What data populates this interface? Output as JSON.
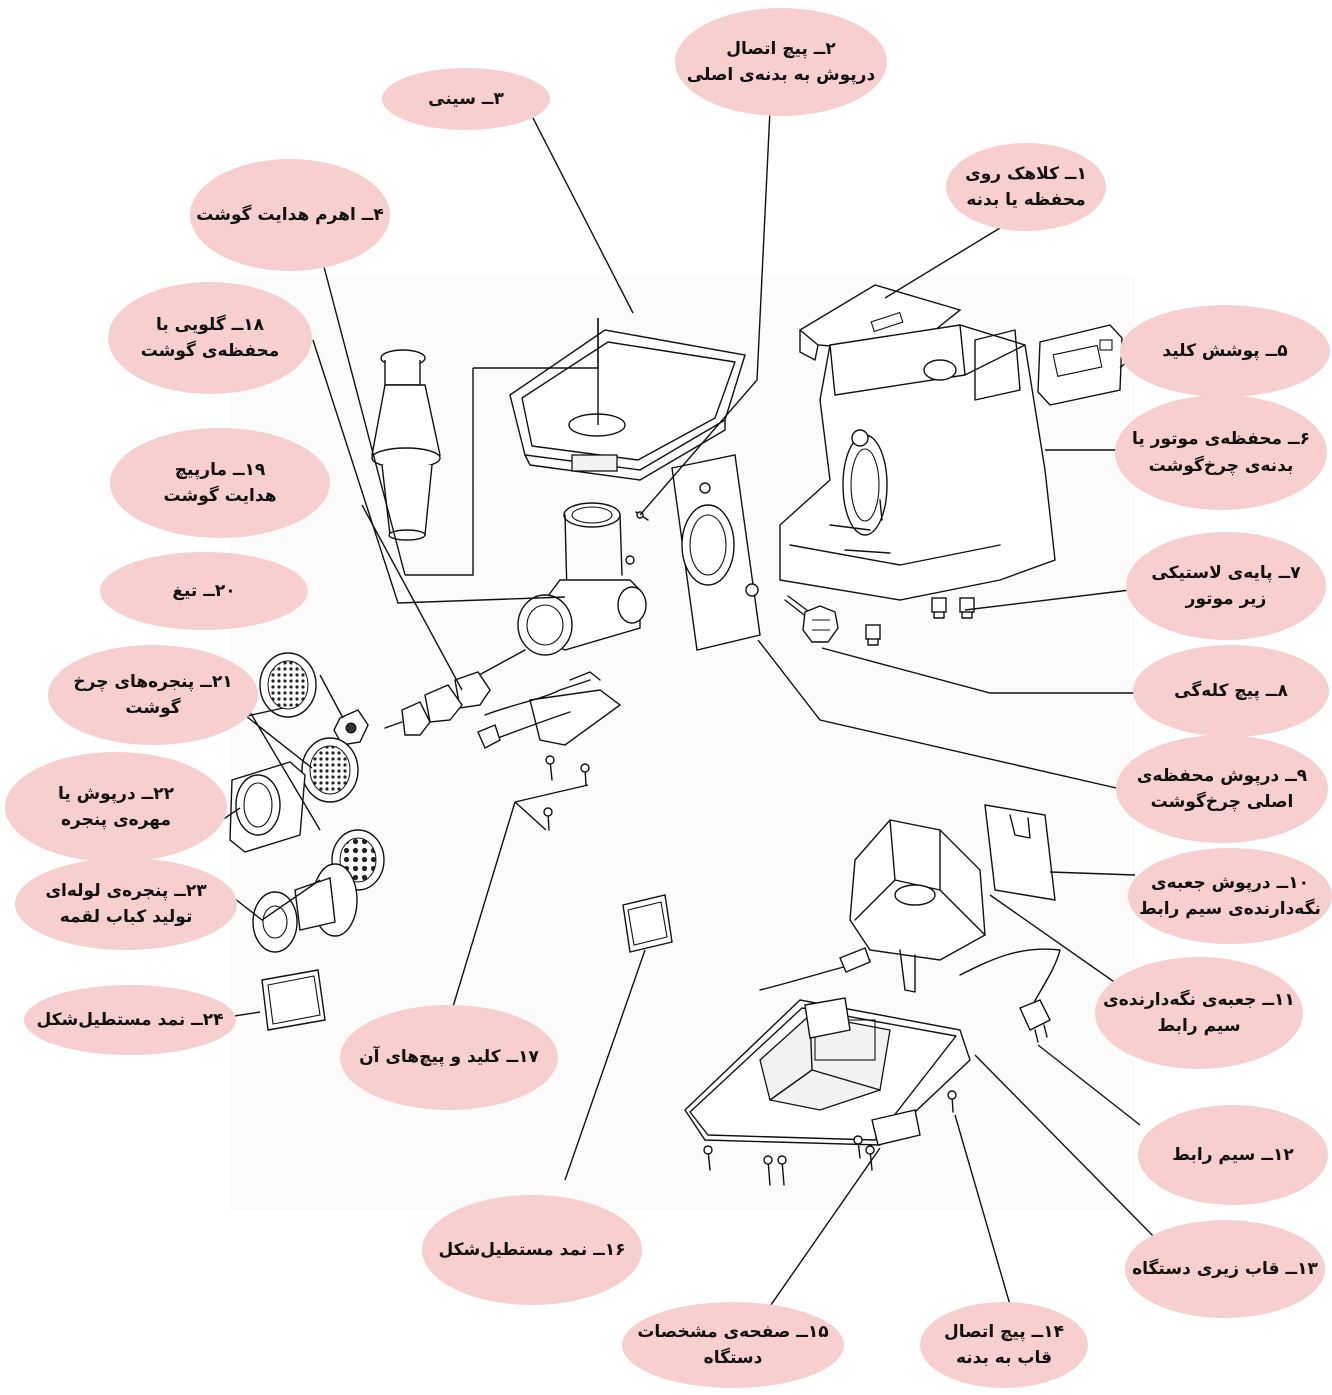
{
  "callouts": [
    {
      "id": "c1",
      "lines": [
        "۱ــ کلاهک روی",
        "محفظه یا بدنه"
      ]
    },
    {
      "id": "c2",
      "lines": [
        "۲ــ پیچ اتصال",
        "درپوش به بدنه‌ی اصلی"
      ]
    },
    {
      "id": "c3",
      "lines": [
        "۳ــ سینی"
      ]
    },
    {
      "id": "c4",
      "lines": [
        "۴ــ اهرم هدایت گوشت"
      ]
    },
    {
      "id": "c5",
      "lines": [
        "۵ــ پوشش کلید"
      ]
    },
    {
      "id": "c6",
      "lines": [
        "۶ــ محفظه‌ی موتور یا",
        "بدنه‌ی چرخ‌گوشت"
      ]
    },
    {
      "id": "c7",
      "lines": [
        "۷ــ پایه‌ی لاستیکی",
        "زیر موتور"
      ]
    },
    {
      "id": "c8",
      "lines": [
        "۸ــ پیچ کله‌گی"
      ]
    },
    {
      "id": "c9",
      "lines": [
        "۹ــ درپوش محفظه‌ی",
        "اصلی چرخ‌گوشت"
      ]
    },
    {
      "id": "c10",
      "lines": [
        "۱۰ــ درپوش جعبه‌ی",
        "نگه‌دارنده‌ی سیم رابط"
      ]
    },
    {
      "id": "c11",
      "lines": [
        "۱۱ــ جعبه‌ی نگه‌دارنده‌ی",
        "سیم رابط"
      ]
    },
    {
      "id": "c12",
      "lines": [
        "۱۲ــ سیم رابط"
      ]
    },
    {
      "id": "c13",
      "lines": [
        "۱۳ــ قاب زیری دستگاه"
      ]
    },
    {
      "id": "c14",
      "lines": [
        "۱۴ــ پیچ اتصال",
        "قاب به بدنه"
      ]
    },
    {
      "id": "c15",
      "lines": [
        "۱۵ــ صفحه‌ی مشخصات",
        "دستگاه"
      ]
    },
    {
      "id": "c16",
      "lines": [
        "۱۶ــ نمد مستطیل‌شکل"
      ]
    },
    {
      "id": "c17",
      "lines": [
        "۱۷ــ کلید و پیچ‌های آن"
      ]
    },
    {
      "id": "c18",
      "lines": [
        "۱۸ــ گلویی با",
        "محفظه‌ی گوشت"
      ]
    },
    {
      "id": "c19",
      "lines": [
        "۱۹ــ مارپیچ",
        "هدایت گوشت"
      ]
    },
    {
      "id": "c20",
      "lines": [
        "۲۰ــ تیغ"
      ]
    },
    {
      "id": "c21",
      "lines": [
        "۲۱ــ پنجره‌های چرخ",
        "گوشت"
      ]
    },
    {
      "id": "c22",
      "lines": [
        "۲۲ــ درپوش یا",
        "مهره‌ی پنجره"
      ]
    },
    {
      "id": "c23",
      "lines": [
        "۲۳ــ پنجره‌ی لوله‌ای",
        "تولید کباب لقمه"
      ]
    },
    {
      "id": "c24",
      "lines": [
        "۲۴ــ نمد مستطیل‌شکل"
      ]
    }
  ]
}
